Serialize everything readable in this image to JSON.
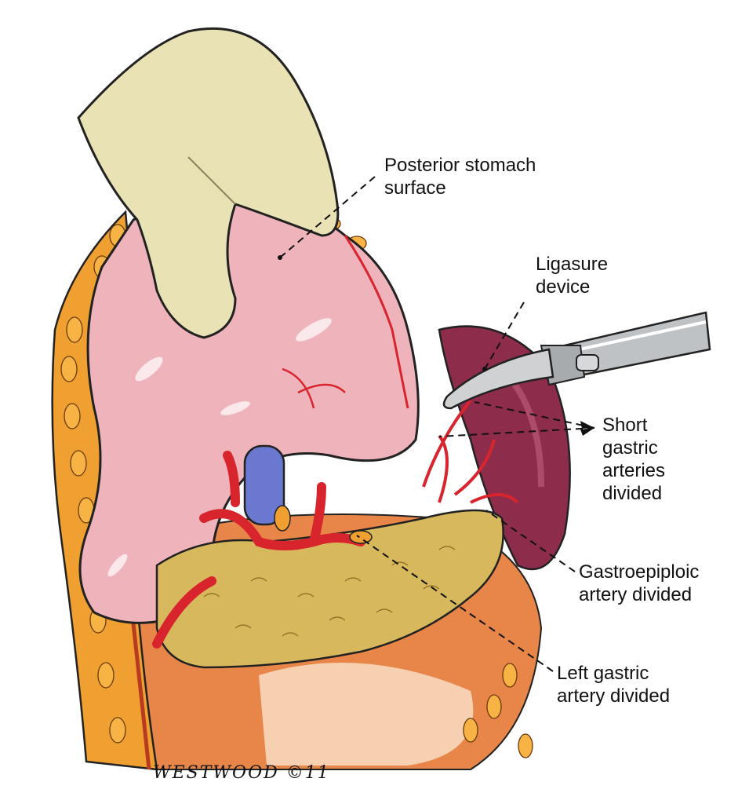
{
  "labels": {
    "posterior_stomach": [
      "Posterior stomach",
      "surface"
    ],
    "ligasure": [
      "Ligasure",
      "device"
    ],
    "short_gastric": [
      "Short",
      "gastric",
      "arteries",
      "divided"
    ],
    "gastroepiploic": [
      "Gastroepiploic",
      "artery divided"
    ],
    "left_gastric": [
      "Left gastric",
      "artery divided"
    ]
  },
  "signature": "WESTWOOD ©11",
  "colors": {
    "glove": "#e9e2b4",
    "stomach": "#efb3bb",
    "fat": "#f0a030",
    "pancreas": "#d8b85c",
    "spleen": "#8e2c4c",
    "artery": "#d8242c",
    "vein": "#6a78d0",
    "device": "#bfc2c4"
  }
}
